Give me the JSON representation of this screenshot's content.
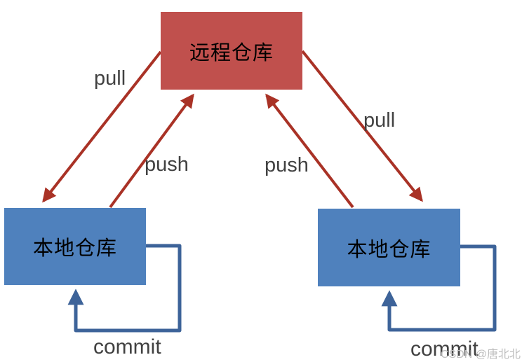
{
  "diagram": {
    "type": "flow-diagram",
    "topic": "git-repository-workflow",
    "background": "#ffffff",
    "nodes": {
      "remote": {
        "label": "远程仓库",
        "fill": "#C0504D",
        "text_color": "#000000"
      },
      "local_left": {
        "label": "本地仓库",
        "fill": "#4F81BD",
        "text_color": "#000000"
      },
      "local_right": {
        "label": "本地仓库",
        "fill": "#4F81BD",
        "text_color": "#000000"
      }
    },
    "edges": [
      {
        "name": "pull-left",
        "label": "pull",
        "from": "remote",
        "to": "local_left",
        "color": "#A93226"
      },
      {
        "name": "push-left",
        "label": "push",
        "from": "local_left",
        "to": "remote",
        "color": "#A93226"
      },
      {
        "name": "push-right",
        "label": "push",
        "from": "local_right",
        "to": "remote",
        "color": "#A93226"
      },
      {
        "name": "pull-right",
        "label": "pull",
        "from": "remote",
        "to": "local_right",
        "color": "#A93226"
      },
      {
        "name": "commit-left",
        "label": "commit",
        "from": "local_left",
        "to": "local_left",
        "color": "#3D6399"
      },
      {
        "name": "commit-right",
        "label": "commit",
        "from": "local_right",
        "to": "local_right",
        "color": "#3D6399"
      }
    ],
    "edge_labels": {
      "pull_left": "pull",
      "push_left": "push",
      "push_right": "push",
      "pull_right": "pull",
      "commit_left": "commit",
      "commit_right": "commit"
    },
    "colors": {
      "arrow_red": "#A93226",
      "commit_loop_blue": "#3D6399",
      "edge_label_text": "#414141",
      "watermark_text": "#BDBDBD"
    },
    "watermark": "CSDN @唐北北"
  }
}
